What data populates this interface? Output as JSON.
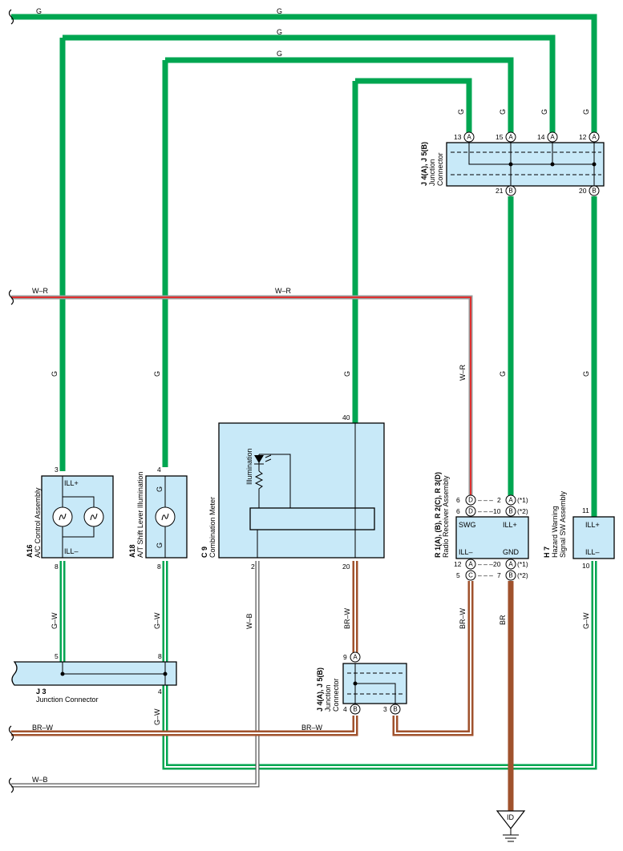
{
  "colors": {
    "green": "#00a651",
    "brown": "#a0522d",
    "red": "#e03030",
    "box_fill": "#c8e9f8"
  },
  "wires": {
    "g": "G",
    "gw": "G–W",
    "wr": "W–R",
    "wb": "W–B",
    "brw": "BR–W",
    "br": "BR"
  },
  "components": {
    "a16": {
      "code": "A16",
      "name": "A/C Control Assembly",
      "pin_ill_plus": "ILL+",
      "pin_ill_minus": "ILL–",
      "pin_top": "3",
      "pin_bottom": "8"
    },
    "a18": {
      "code": "A18",
      "name": "A/T Shift Lever Illumination",
      "pin_top": "4",
      "pin_bottom": "8",
      "g_top": "G",
      "g_bottom": "G"
    },
    "c9": {
      "code": "C 9",
      "name": "Combination Meter",
      "illumination": "Illumination",
      "pin_40": "40",
      "pin_2": "2",
      "pin_20": "20"
    },
    "r1": {
      "code": "R 1(A), (B), R 2(C), R 3(D)",
      "name": "Radio Receiver Assembly",
      "swg": "SWG",
      "ill_plus": "ILL+",
      "ill_minus": "ILL–",
      "gnd": "GND",
      "note1": "(*1)",
      "note2": "(*2)",
      "dash": "– – –"
    },
    "h7": {
      "code": "H 7",
      "name1": "Hazard Warning",
      "name2": "Signal SW Assembly",
      "ill_plus": "ILL+",
      "ill_minus": "ILL–",
      "pin_11": "11",
      "pin_10": "10"
    },
    "j4top": {
      "code": "J 4(A), J 5(B)",
      "name1": "Junction",
      "name2": "Connector"
    },
    "j4bot": {
      "code": "J 4(A), J 5(B)",
      "name1": "Junction",
      "name2": "Connector"
    },
    "j3": {
      "code": "J 3",
      "name": "Junction Connector",
      "pin_5": "5",
      "pin_8": "8",
      "pin_4": "4"
    }
  },
  "pins": {
    "n13": "13",
    "n15": "15",
    "n14": "14",
    "n12": "12",
    "n21": "21",
    "n20": "20",
    "n9": "9",
    "n4": "4",
    "n3": "3",
    "n6a": "6",
    "n6b": "6",
    "n2": "2",
    "n10": "10",
    "n12b": "12",
    "n5": "5",
    "n20b": "20",
    "n7": "7",
    "A": "A",
    "B": "B",
    "C": "C",
    "D": "D"
  },
  "ground": "ID"
}
